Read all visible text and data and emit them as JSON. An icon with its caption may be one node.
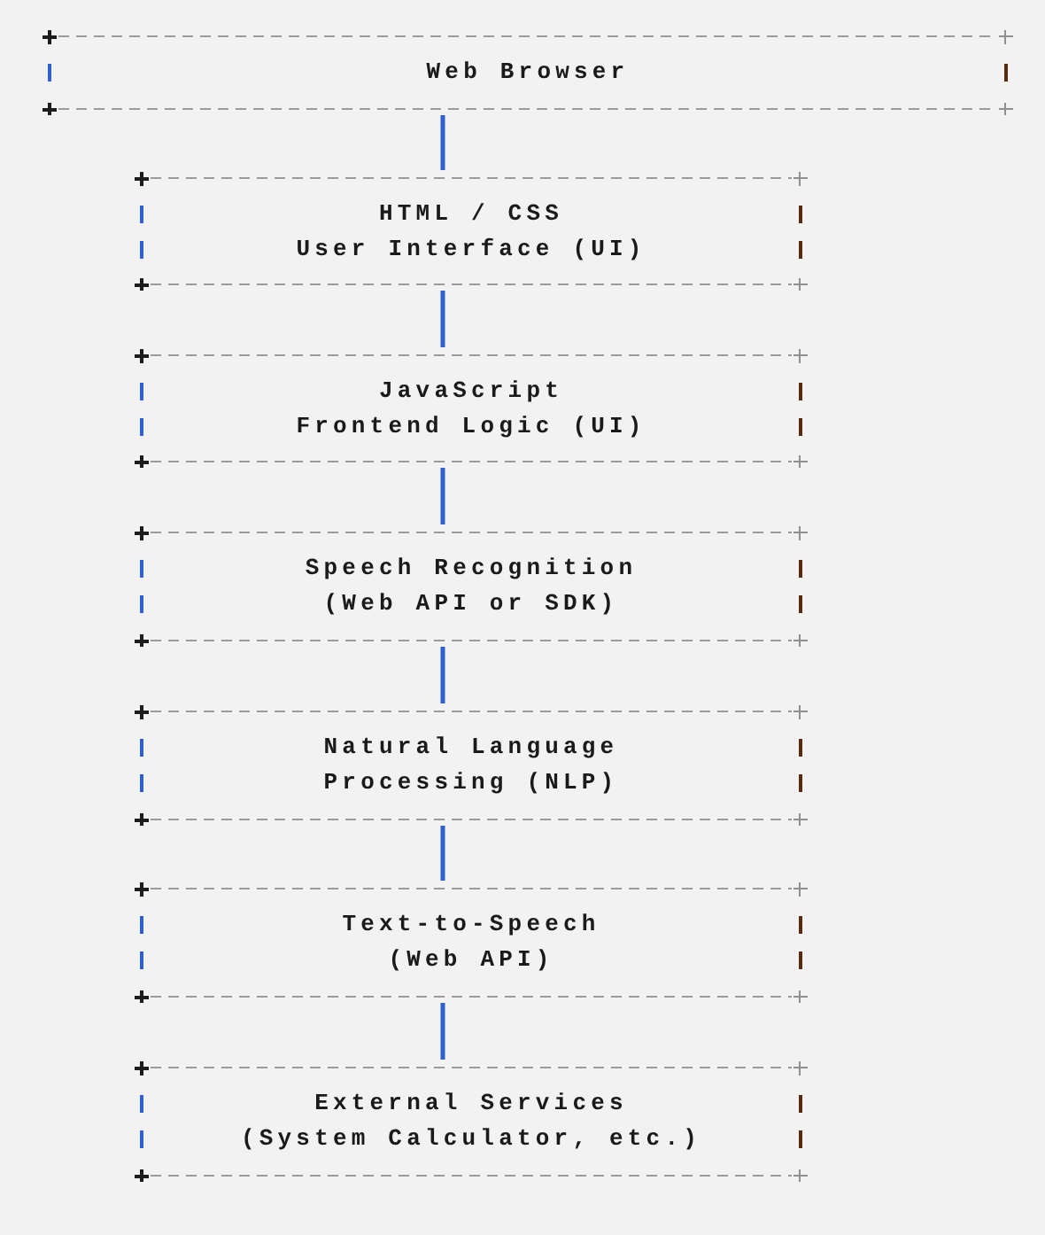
{
  "diagram": {
    "nodes": [
      {
        "text": [
          "Web Browser"
        ]
      },
      {
        "text": [
          "HTML / CSS",
          "User Interface (UI)"
        ]
      },
      {
        "text": [
          "JavaScript",
          "Frontend Logic (UI)"
        ]
      },
      {
        "text": [
          "Speech Recognition",
          "(Web API or SDK)"
        ]
      },
      {
        "text": [
          "Natural Language Processing (NLP)"
        ]
      },
      {
        "text": [
          "Text-to-Speech",
          "(Web API)"
        ]
      },
      {
        "text": [
          "External Services",
          "(System Calculator, etc.)"
        ]
      }
    ],
    "edges": [
      {
        "from": 0,
        "to": 1,
        "arrow": "none"
      },
      {
        "from": 1,
        "to": 2,
        "arrow": "none"
      },
      {
        "from": 2,
        "to": 3,
        "arrow": "none"
      },
      {
        "from": 3,
        "to": 4,
        "arrow": "none"
      },
      {
        "from": 4,
        "to": 5,
        "arrow": "none"
      },
      {
        "from": 5,
        "to": 6,
        "arrow": "none"
      }
    ]
  }
}
